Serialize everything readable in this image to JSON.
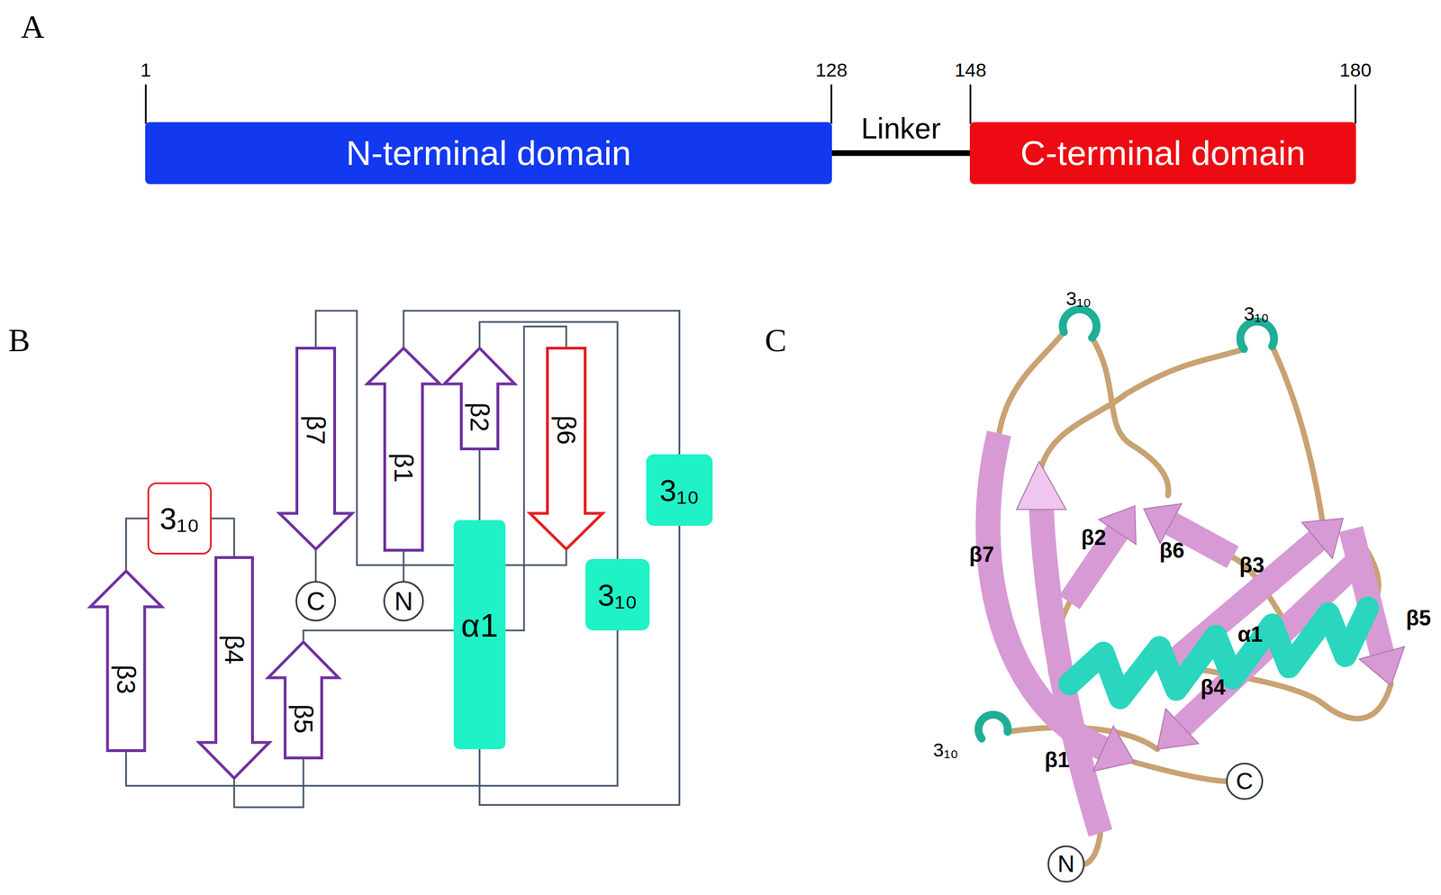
{
  "diagram": {
    "nodes": [
      {
        "text": [
          "N-terminal domain"
        ]
      },
      {
        "text": [
          "C-terminal domain"
        ]
      },
      {
        "text": [
          "N"
        ]
      },
      {
        "text": [
          "β1"
        ]
      },
      {
        "text": [
          "3₁₀"
        ]
      },
      {
        "text": [
          "α1"
        ]
      },
      {
        "text": [
          "β2"
        ]
      },
      {
        "text": [
          "3₁₀"
        ]
      },
      {
        "text": [
          "β3"
        ]
      },
      {
        "text": [
          "3₁₀"
        ]
      },
      {
        "text": [
          "β4"
        ]
      },
      {
        "text": [
          "β5"
        ]
      },
      {
        "text": [
          "β6"
        ]
      },
      {
        "text": [
          "β7"
        ]
      },
      {
        "text": [
          "C"
        ]
      },
      {
        "text": [
          "N"
        ]
      },
      {
        "text": [
          "C"
        ]
      }
    ],
    "edges": [
      {
        "from": 0,
        "to": 1,
        "arrow": "none",
        "label": "Linker"
      },
      {
        "from": 2,
        "to": 3,
        "arrow": "none"
      },
      {
        "from": 3,
        "to": 4,
        "arrow": "none"
      },
      {
        "from": 4,
        "to": 5,
        "arrow": "none"
      },
      {
        "from": 5,
        "to": 6,
        "arrow": "none"
      },
      {
        "from": 6,
        "to": 7,
        "arrow": "none"
      },
      {
        "from": 7,
        "to": 8,
        "arrow": "none"
      },
      {
        "from": 8,
        "to": 9,
        "arrow": "none"
      },
      {
        "from": 9,
        "to": 10,
        "arrow": "none"
      },
      {
        "from": 10,
        "to": 11,
        "arrow": "none"
      },
      {
        "from": 11,
        "to": 12,
        "arrow": "none"
      },
      {
        "from": 12,
        "to": 13,
        "arrow": "none"
      },
      {
        "from": 13,
        "to": 14,
        "arrow": "none"
      }
    ],
    "labels": [
      "A",
      "1",
      "128",
      "148",
      "180",
      "B",
      "C",
      "3₁₀",
      "3₁₀",
      "β7",
      "β2",
      "β6",
      "β3",
      "α1",
      "β5",
      "β4",
      "3₁₀",
      "β1"
    ]
  }
}
